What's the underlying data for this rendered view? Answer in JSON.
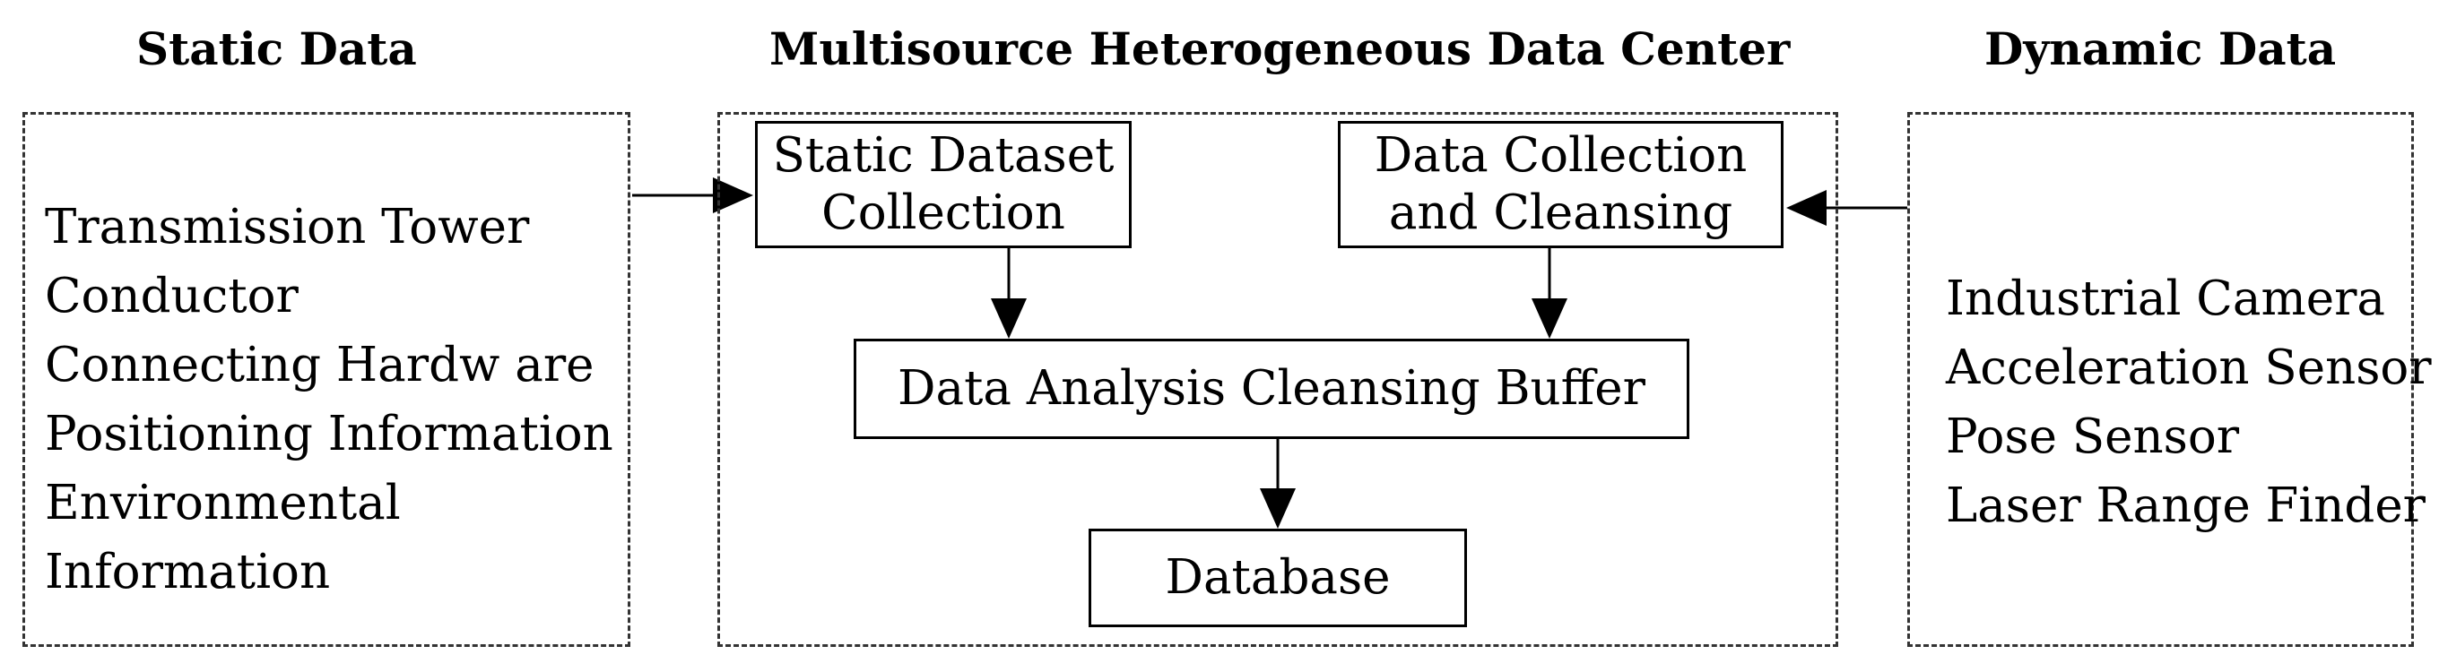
{
  "headers": {
    "static": "Static Data",
    "center": "Multisource Heterogeneous Data Center",
    "dynamic": "Dynamic Data"
  },
  "static_items": [
    "Transmission Tower",
    "Conductor",
    "Connecting Hardw are",
    "Positioning Information",
    "Environmental",
    "Information"
  ],
  "dynamic_items": [
    "Industrial Camera",
    "Acceleration Sensor",
    "Pose Sensor",
    "Laser Range Finder"
  ],
  "boxes": {
    "static_dataset": [
      "Static Dataset",
      "Collection"
    ],
    "collection_cleansing": [
      "Data Collection",
      "and Cleansing"
    ],
    "analysis_buffer": "Data Analysis Cleansing Buffer",
    "database": "Database"
  },
  "colors": {
    "line": "#000000",
    "dashed_border": "#333333",
    "background": "#ffffff"
  }
}
